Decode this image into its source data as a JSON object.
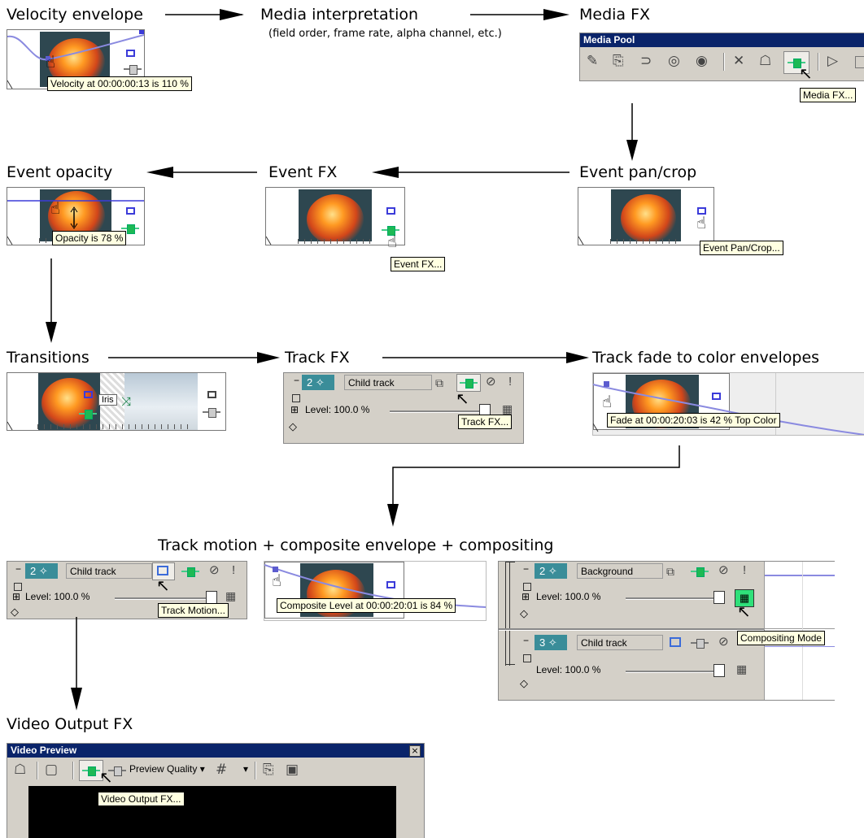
{
  "headings": {
    "velocity": "Velocity envelope",
    "media_interp": "Media interpretation",
    "media_interp_sub": "(field order, frame rate, alpha channel, etc.)",
    "media_fx": "Media FX",
    "event_opacity": "Event opacity",
    "event_fx": "Event FX",
    "event_pancrop": "Event pan/crop",
    "transitions": "Transitions",
    "track_fx": "Track FX",
    "track_fade": "Track fade to color envelopes",
    "track_motion": "Track motion + composite envelope + compositing",
    "video_output": "Video Output FX"
  },
  "tooltips": {
    "velocity": "Velocity at 00:00:00:13 is 110 %",
    "media_fx": "Media FX...",
    "opacity": "Opacity is 78 %",
    "event_fx": "Event FX...",
    "event_pancrop": "Event Pan/Crop...",
    "track_fx": "Track FX...",
    "fade": "Fade at 00:00:20:03 is 42 % Top Color",
    "track_motion": "Track Motion...",
    "composite_level": "Composite Level at 00:00:20:01 is 84 %",
    "compositing_mode": "Compositing Mode",
    "video_output_fx": "Video Output FX..."
  },
  "windows": {
    "media_pool": "Media Pool",
    "video_preview": "Video Preview",
    "preview_quality": "Preview Quality",
    "close": "×"
  },
  "transition_label": "Iris",
  "tracks": {
    "child": {
      "number": "2",
      "name": "Child track",
      "level": "Level: 100.0 %"
    },
    "motion": {
      "number": "2",
      "name": "Child track",
      "level": "Level: 100.0 %"
    },
    "background": {
      "number": "2",
      "name": "Background",
      "level": "Level: 100.0 %"
    },
    "child3": {
      "number": "3",
      "name": "Child track",
      "level": "Level: 100.0 %"
    }
  },
  "colors": {
    "track_number_bg": "#3a8d99",
    "envelope": "#8a8ae0",
    "title_bar": "#0a246a",
    "tooltip_bg": "#ffffe1"
  }
}
